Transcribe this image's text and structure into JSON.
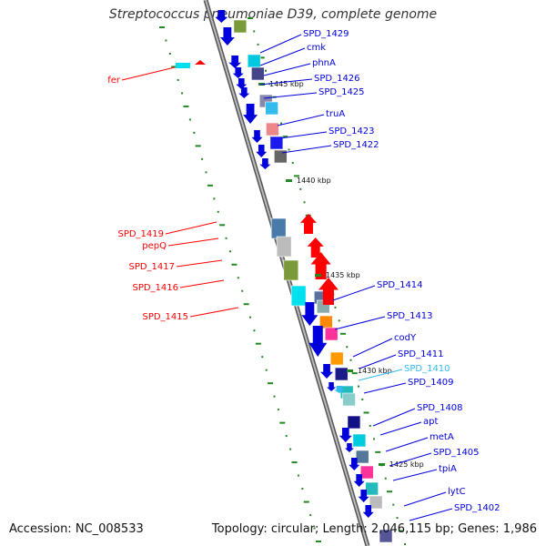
{
  "title": "Streptococcus pneumoniae D39, complete genome",
  "accession_label": "Accession: NC_008533",
  "topology_label": "Topology: circular; Length: 2,046,115 bp; Genes: 1,986",
  "kbp_labels": [
    "1445 kbp",
    "1440 kbp",
    "1435 kbp",
    "1430 kbp",
    "1425 kbp"
  ],
  "genes_right": [
    "SPD_1429",
    "cmk",
    "phnA",
    "SPD_1426",
    "SPD_1425",
    "truA",
    "SPD_1423",
    "SPD_1422",
    "SPD_1414",
    "SPD_1413",
    "codY",
    "SPD_1411",
    "SPD_1410",
    "SPD_1409",
    "SPD_1408",
    "apt",
    "metA",
    "SPD_1405",
    "tpiA",
    "lytC",
    "SPD_1402"
  ],
  "genes_left": [
    "fer",
    "SPD_1419",
    "pepQ",
    "SPD_1417",
    "SPD_1416",
    "SPD_1415"
  ],
  "colors": {
    "forward_strand": "#ff0000",
    "reverse_strand": "#0000dd",
    "highlight_gene": "#33bbee",
    "backbone": "#888888",
    "tick": "#228822"
  }
}
